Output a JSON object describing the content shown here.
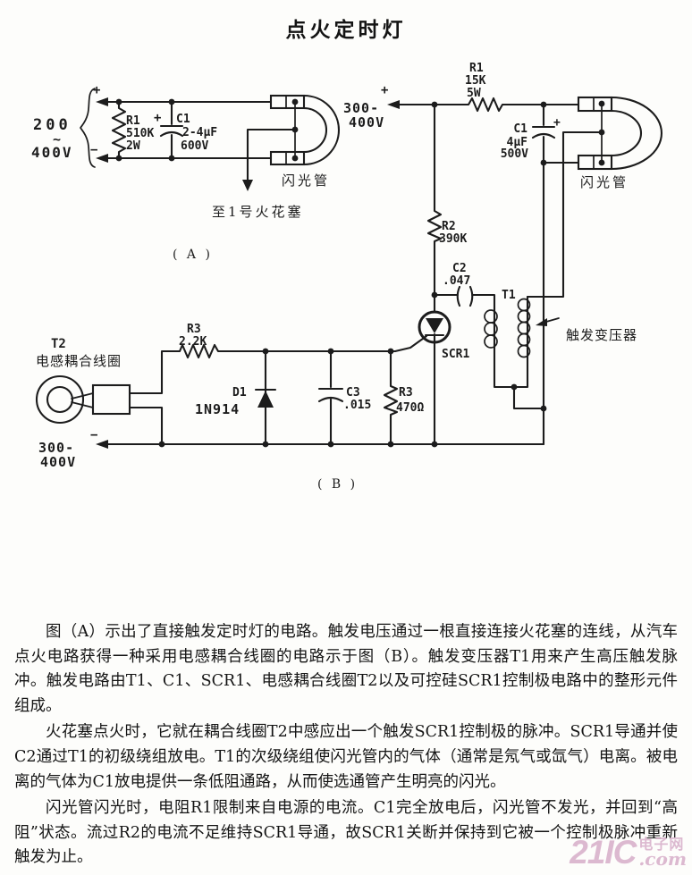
{
  "title": "点火定时灯",
  "circuit_a": {
    "figure_label": "( A )",
    "plus": "+",
    "minus": "−",
    "tilde": "~",
    "voltage_min": "200",
    "voltage_max": "400V",
    "r1": [
      "R1",
      "510K",
      "2W"
    ],
    "c1_plus": "+",
    "c1": [
      "C1",
      "2-4μF",
      "600V"
    ],
    "flash_tube_label": "闪光管",
    "spark_plug_label": "至1号火花塞"
  },
  "circuit_b": {
    "figure_label": "( B )",
    "top_plus": "+",
    "top_voltage": [
      "300-",
      "400V"
    ],
    "bottom_minus": "−",
    "bottom_voltage": [
      "300-",
      "400V"
    ],
    "r1": [
      "R1",
      "15K",
      "5W"
    ],
    "c1": [
      "C1",
      "4μF",
      "500V"
    ],
    "c1_plus": "+",
    "r2": [
      "R2",
      "390K"
    ],
    "c2": [
      "C2",
      ".047"
    ],
    "t1_label": "T1",
    "trigger_transformer_label": "触发变压器",
    "scr_label": "SCR1",
    "r3": [
      "R3",
      "2.2K"
    ],
    "d1": [
      "D1",
      "1N914"
    ],
    "c3": [
      "C3",
      ".015"
    ],
    "r4": [
      "R3",
      "470Ω"
    ],
    "t2_label": "T2",
    "t2_desc": "电感耦合线圈",
    "flash_tube_label": "闪光管"
  },
  "paragraphs": [
    "图（A）示出了直接触发定时灯的电路。触发电压通过一根直接连接火花塞的连线，从汽车点火电路获得一种采用电感耦合线圈的电路示于图（B）。触发变压器T1用来产生高压触发脉冲。触发电路由T1、C1、SCR1、电感耦合线圈T2以及可控硅SCR1控制极电路中的整形元件组成。",
    "火花塞点火时，它就在耦合线圈T2中感应出一个触发SCR1控制极的脉冲。SCR1导通并使C2通过T1的初级绕组放电。T1的次级绕组使闪光管内的气体（通常是氖气或氙气）电离。被电离的气体为C1放电提供一条低阻通路，从而使选通管产生明亮的闪光。",
    "闪光管闪光时，电阻R1限制来自电源的电流。C1完全放电后，闪光管不发光，并回到“高阻”状态。流过R2的电流不足维持SCR1导通，故SCR1关断并保持到它被一个控制极脉冲重新触发为止。"
  ],
  "watermark": {
    "brand": "21IC",
    "site_name": "电子网",
    "domain_suffix": ".com",
    "color": "#dcb9d0"
  }
}
